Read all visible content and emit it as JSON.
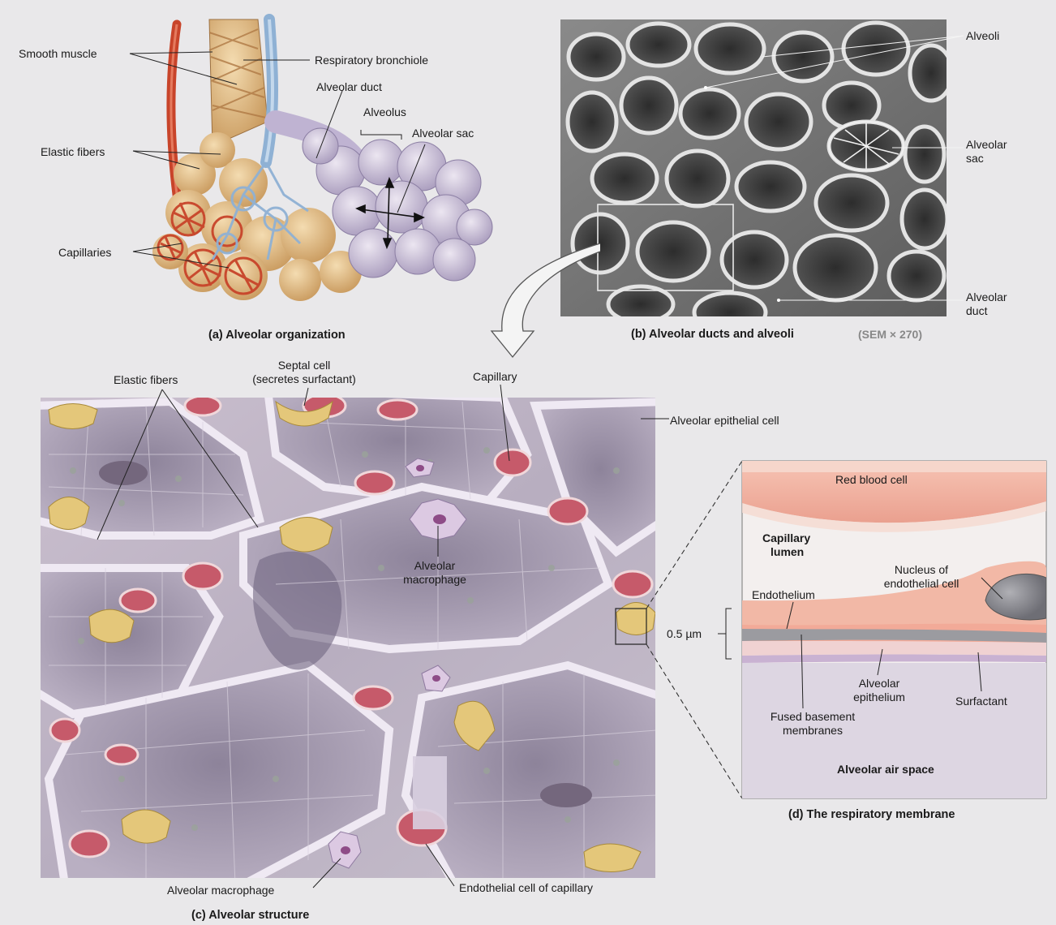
{
  "panels": {
    "a": {
      "caption": "(a) Alveolar organization",
      "labels": {
        "smooth_muscle": "Smooth muscle",
        "respiratory_bronchiole": "Respiratory bronchiole",
        "alveolar_duct": "Alveolar duct",
        "alveolus": "Alveolus",
        "alveolar_sac": "Alveolar sac",
        "elastic_fibers": "Elastic fibers",
        "capillaries": "Capillaries"
      }
    },
    "b": {
      "caption": "(b) Alveolar ducts and alveoli",
      "magnification": "(SEM × 270)",
      "labels": {
        "alveoli": "Alveoli",
        "alveolar_sac_line1": "Alveolar",
        "alveolar_sac_line2": "sac",
        "alveolar_duct_line1": "Alveolar",
        "alveolar_duct_line2": "duct"
      }
    },
    "c": {
      "caption": "(c) Alveolar structure",
      "labels": {
        "elastic_fibers": "Elastic fibers",
        "septal_cell_line1": "Septal cell",
        "septal_cell_line2": "(secretes surfactant)",
        "capillary": "Capillary",
        "alveolar_epithelial_cell": "Alveolar epithelial cell",
        "alveolar_macrophage_line1": "Alveolar",
        "alveolar_macrophage_line2": "macrophage",
        "alveolar_macrophage_bottom": "Alveolar macrophage",
        "endothelial_cell": "Endothelial cell of capillary"
      }
    },
    "d": {
      "caption": "(d) The respiratory membrane",
      "labels": {
        "red_blood_cell": "Red blood cell",
        "capillary_lumen_line1": "Capillary",
        "capillary_lumen_line2": "lumen",
        "nucleus_line1": "Nucleus of",
        "nucleus_line2": "endothelial cell",
        "endothelium": "Endothelium",
        "thickness": "0.5 µm",
        "alveolar_epithelium_line1": "Alveolar",
        "alveolar_epithelium_line2": "epithelium",
        "surfactant": "Surfactant",
        "fused_line1": "Fused basement",
        "fused_line2": "membranes",
        "air_space": "Alveolar air space"
      }
    }
  },
  "colors": {
    "page": "#e9e8ea",
    "muscle": "#d9a06a",
    "capillary_red": "#c8442a",
    "alveolus_lilac": "#c8bfd6",
    "bronchiole_blue": "#8fb1d4",
    "septal_yellow": "#e4c77a",
    "rbc_pink": "#f3b3a4",
    "air_space": "#ddd6e2"
  }
}
